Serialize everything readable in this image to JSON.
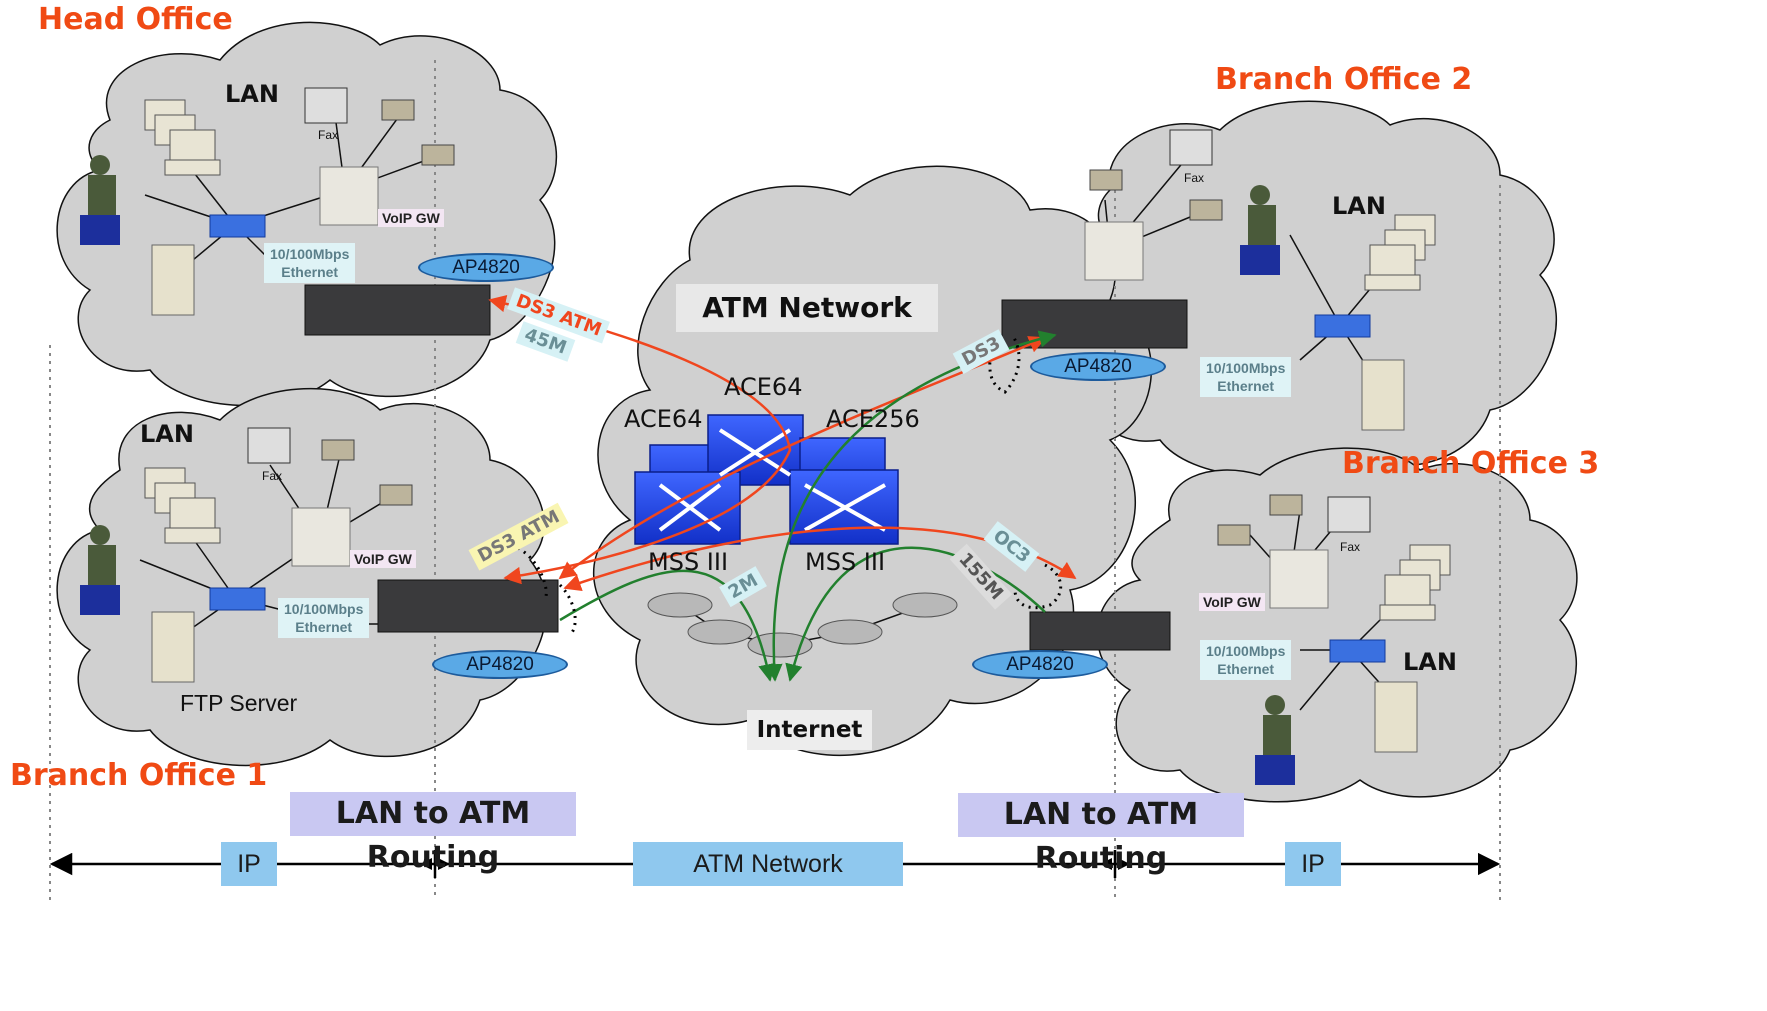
{
  "offices": {
    "head_office": "Head Office",
    "branch_office_1": "Branch Office 1",
    "branch_office_2": "Branch Office 2",
    "branch_office_3": "Branch Office 3"
  },
  "lan": "LAN",
  "fax": "Fax",
  "voip_gw": "VoIP GW",
  "ethernet": {
    "line1": "10/100Mbps",
    "line2": "Ethernet"
  },
  "ftp_server": "FTP Server",
  "ap": "AP4820",
  "core": {
    "atm_network": "ATM Network",
    "internet": "Internet",
    "ace64_top": "ACE64",
    "ace64_left": "ACE64",
    "ace256": "ACE256",
    "mss_left": "MSS III",
    "mss_right": "MSS III"
  },
  "links": {
    "ds3_atm_head": "DS3 ATM",
    "rate_45m": "45M",
    "ds3_atm_b1": "DS3 ATM",
    "rate_2m": "2M",
    "ds3_b2": "DS3",
    "oc3_b3": "OC3",
    "rate_155m": "155M"
  },
  "bottom": {
    "lan_to_atm_left": "LAN to ATM Routing",
    "lan_to_atm_right": "LAN to ATM Routing",
    "ip_left": "IP",
    "atm_network": "ATM Network",
    "ip_right": "IP"
  },
  "colors": {
    "office_title": "#f04a14",
    "cloud_fill": "#d0d0d0",
    "atm_link": "#f0461e",
    "internet_link": "#22802e",
    "switch_blue": "#1a3fe0",
    "ap_ellipse": "#5aa9e6"
  }
}
